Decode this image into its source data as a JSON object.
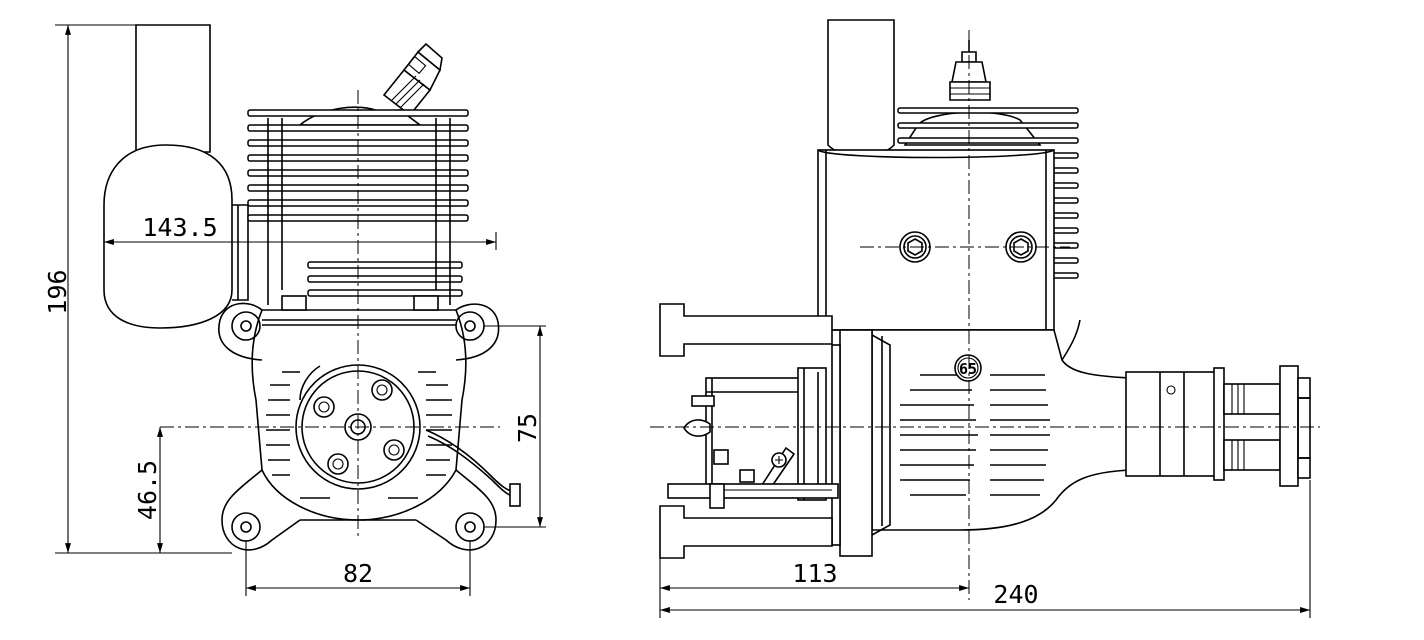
{
  "dimensions": {
    "front_height_total": "196",
    "muffler_offset": "143.5",
    "mount_hole_spacing_vertical": "75",
    "crank_center_height": "46.5",
    "mount_hole_spacing_horizontal": "82",
    "prop_to_crank_length": "113",
    "overall_length": "240"
  },
  "markings": {
    "displacement_badge": "65"
  }
}
